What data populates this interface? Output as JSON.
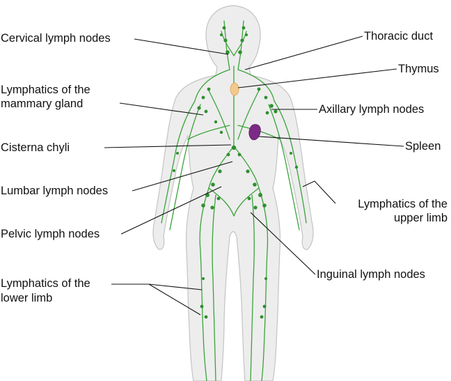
{
  "labels": {
    "cervical": "Cervical lymph nodes",
    "thoracic_duct": "Thoracic duct",
    "thymus": "Thymus",
    "mammary_1": "Lymphatics of the",
    "mammary_2": "mammary gland",
    "axillary": "Axillary lymph nodes",
    "cisterna": "Cisterna chyli",
    "spleen": "Spleen",
    "lumbar": "Lumbar lymph nodes",
    "upper_limb_1": "Lymphatics of the",
    "upper_limb_2": "upper limb",
    "pelvic": "Pelvic lymph nodes",
    "inguinal": "Inguinal lymph nodes",
    "lower_limb_1": "Lymphatics of the",
    "lower_limb_2": "lower limb"
  },
  "colors": {
    "lymph": "#3aa33a",
    "node": "#2f8f2f",
    "thymus": "#f3c98b",
    "spleen": "#7b2a86",
    "body_fill": "#ececec",
    "body_stroke": "#bdbdbd",
    "leader": "#111111"
  }
}
